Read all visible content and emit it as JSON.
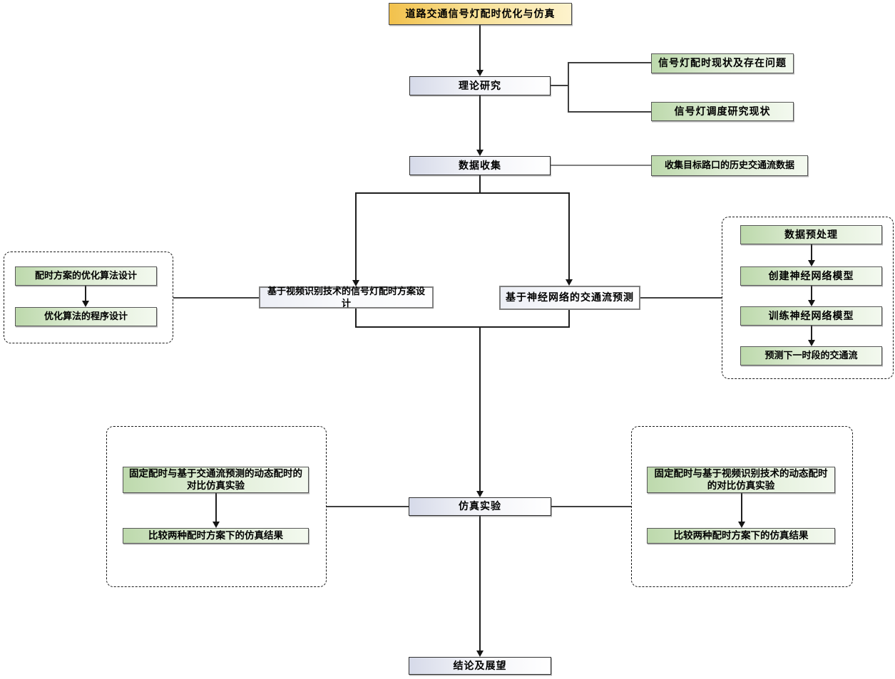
{
  "palette": {
    "title_gradient_start": "#f2c14c",
    "title_gradient_end": "#fdf3cd",
    "green_gradient_start": "#bdd9ac",
    "green_gradient_end": "#f3f9ef",
    "lavender_gradient_start": "#d6dae9",
    "lavender_gradient_end": "#ffffff",
    "plain_box_border": "#7f7f7f",
    "connector_color": "#1f1f1f",
    "gray_connector_color": "#7f7f7f",
    "dashed_border_color": "#1a1a1a"
  },
  "nodes": {
    "root": "道路交通信号灯配时优化与仿真",
    "theory": "理论研究",
    "status_problem": "信号灯配时现状及存在问题",
    "schedule_status": "信号灯调度研究现状",
    "data_collection": "数据收集",
    "collect_history": "收集目标路口的历史交通流数据",
    "video_timing_design": "基于视频识别技术的信号灯配时方案设计",
    "nn_flow_prediction": "基于神经网络的交通流预测",
    "timing_opt_algorithm": "配时方案的优化算法设计",
    "opt_algorithm_program": "优化算法的程序设计",
    "data_preprocessing": "数据预处理",
    "create_nn_model": "创建神经网络模型",
    "train_nn_model": "训练神经网络模型",
    "predict_next_flow": "预测下一时段的交通流",
    "fixed_vs_flow_dynamic": "固定配时与基于交通流预测的动态配时的对比仿真实验",
    "compare_results_left": "比较两种配时方案下的仿真结果",
    "fixed_vs_video_dynamic": "固定配时与基于视频识别技术的动态配时的对比仿真实验",
    "compare_results_right": "比较两种配时方案下的仿真结果",
    "simulation": "仿真实验",
    "conclusion": "结论及展望"
  }
}
